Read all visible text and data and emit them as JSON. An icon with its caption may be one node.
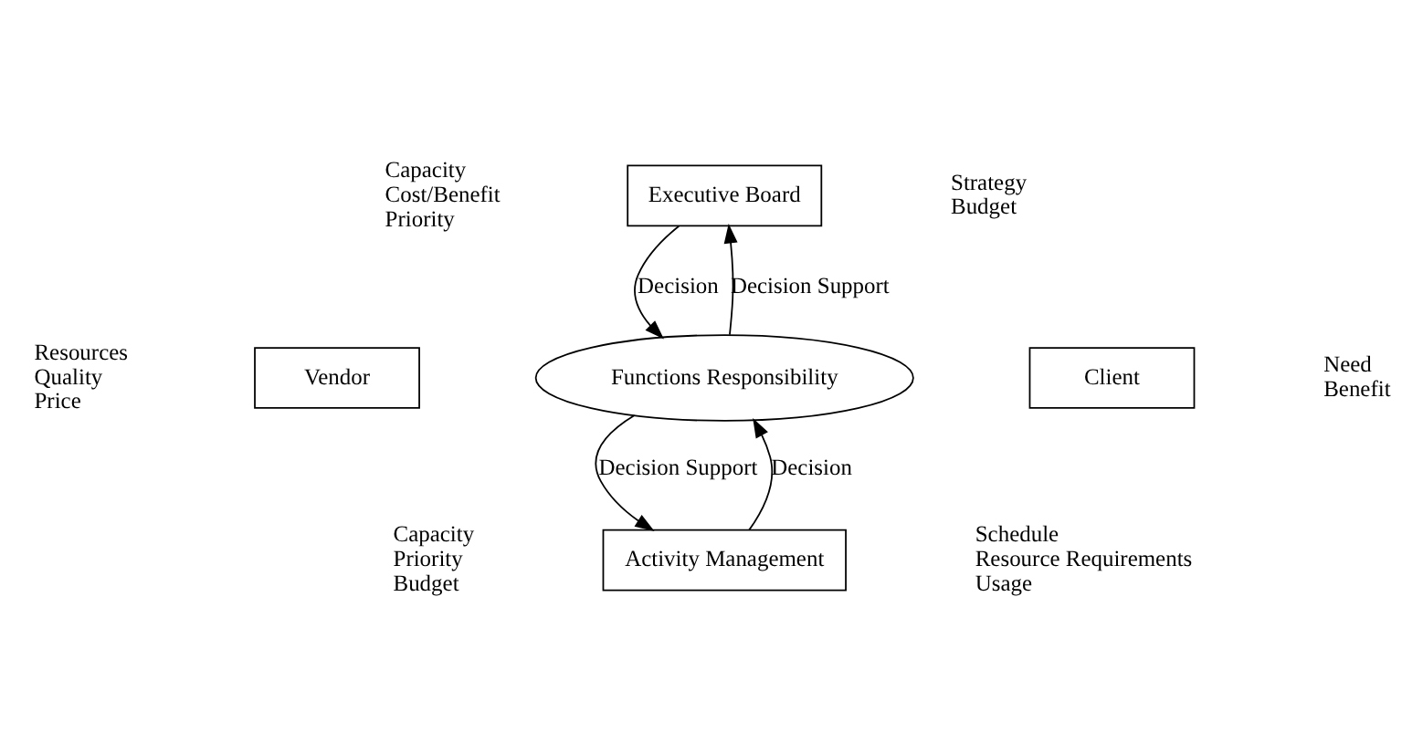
{
  "diagram": {
    "nodes": [
      {
        "text": [
          "Executive Board"
        ],
        "beside": [
          "Capacity",
          "Cost/Benefit",
          "Priority",
          "Strategy",
          "Budget"
        ]
      },
      {
        "text": [
          "Vendor"
        ],
        "beside": [
          "Resources",
          "Quality",
          "Price"
        ]
      },
      {
        "text": [
          "Functions Responsibility"
        ]
      },
      {
        "text": [
          "Client"
        ],
        "beside": [
          "Need",
          "Benefit"
        ]
      },
      {
        "text": [
          "Activity Management"
        ],
        "beside": [
          "Capacity",
          "Priority",
          "Budget",
          "Schedule",
          "Resource Requirements",
          "Usage"
        ]
      }
    ],
    "edges": [
      {
        "from": 2,
        "to": 0,
        "arrow": "to",
        "label": "Decision Support"
      },
      {
        "from": 0,
        "to": 2,
        "arrow": "to",
        "label": "Decision"
      },
      {
        "from": 4,
        "to": 2,
        "arrow": "to",
        "label": "Decision"
      },
      {
        "from": 2,
        "to": 4,
        "arrow": "to",
        "label": "Decision Support"
      }
    ]
  }
}
